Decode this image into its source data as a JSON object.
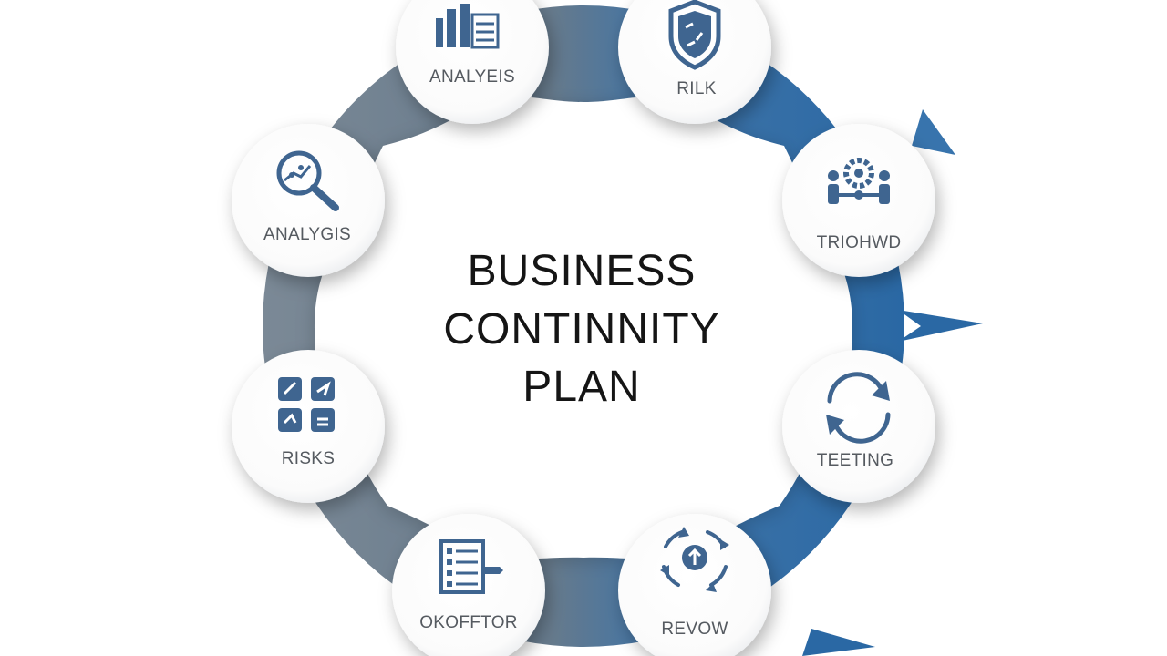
{
  "title": {
    "line1": "BUSINESS",
    "line2": "CONTINNITY",
    "line3": "PLAN"
  },
  "colors": {
    "ring_gray": "#6f7f8e",
    "ring_blue": "#2f6ea9",
    "icon": "#3f6590",
    "label": "#555a60",
    "node_fill": "#ffffff"
  },
  "nodes": [
    {
      "label": "ANALYEIS",
      "icon": "bar-chart-icon"
    },
    {
      "label": "RILK",
      "icon": "shield-icon"
    },
    {
      "label": "TRIOHWD",
      "icon": "gear-network-icon"
    },
    {
      "label": "TEETING",
      "icon": "refresh-icon"
    },
    {
      "label": "REVOW",
      "icon": "cycle-arrows-icon"
    },
    {
      "label": "OKOFFTOR",
      "icon": "checklist-icon"
    },
    {
      "label": "RISKS",
      "icon": "grid-icon"
    },
    {
      "label": "ANALYGIS",
      "icon": "magnifier-icon"
    }
  ]
}
